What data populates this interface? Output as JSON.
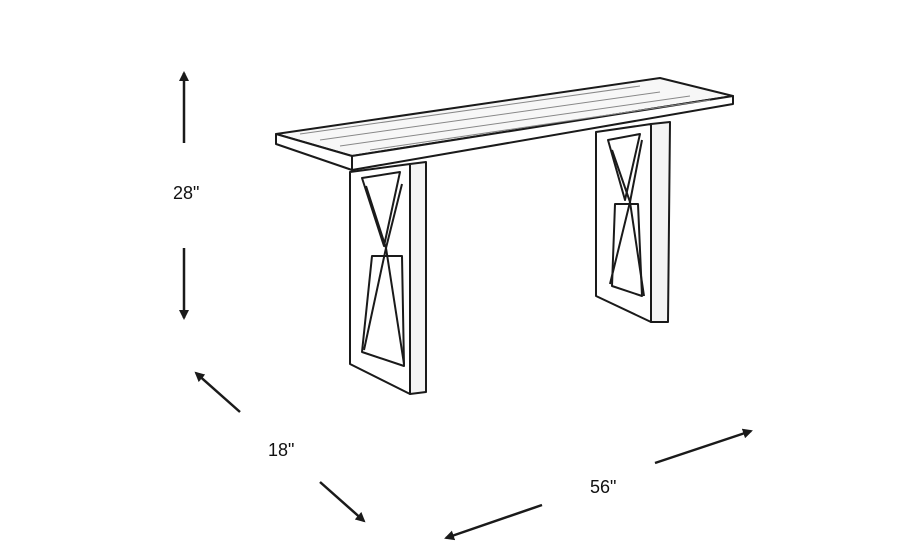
{
  "dimensions": {
    "height": "28\"",
    "depth": "18\"",
    "width": "56\""
  },
  "colors": {
    "line": "#1a1a1a",
    "background": "#ffffff",
    "wood_fill": "#f4f4f4"
  }
}
